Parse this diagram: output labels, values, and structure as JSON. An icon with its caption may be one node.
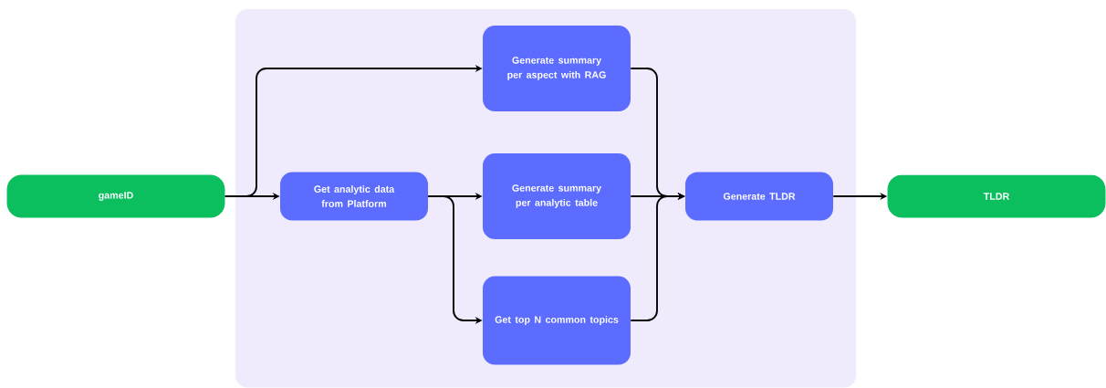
{
  "diagram": {
    "nodes": [
      {
        "text": [
          "gameID"
        ]
      },
      {
        "text": [],
        "shape": "box"
      },
      {
        "text": [
          "Get analytic data from Platform"
        ],
        "in": 1
      },
      {
        "text": [
          "Generate summary per aspect with RAG"
        ],
        "in": 1
      },
      {
        "text": [
          "Generate summary per analytic table"
        ],
        "in": 1
      },
      {
        "text": [
          "Get top N common topics"
        ],
        "in": 1
      },
      {
        "text": [
          "Generate TLDR"
        ],
        "in": 1
      },
      {
        "text": [
          "TLDR"
        ]
      }
    ],
    "edges": [
      {
        "from": 0,
        "to": 3,
        "arrow": "to"
      },
      {
        "from": 0,
        "to": 2,
        "arrow": "to"
      },
      {
        "from": 2,
        "to": 4,
        "arrow": "to"
      },
      {
        "from": 2,
        "to": 5,
        "arrow": "to"
      },
      {
        "from": 3,
        "to": 6,
        "arrow": "to"
      },
      {
        "from": 4,
        "to": 6,
        "arrow": "to"
      },
      {
        "from": 5,
        "to": 6,
        "arrow": "to"
      },
      {
        "from": 6,
        "to": 7,
        "arrow": "to"
      }
    ]
  }
}
